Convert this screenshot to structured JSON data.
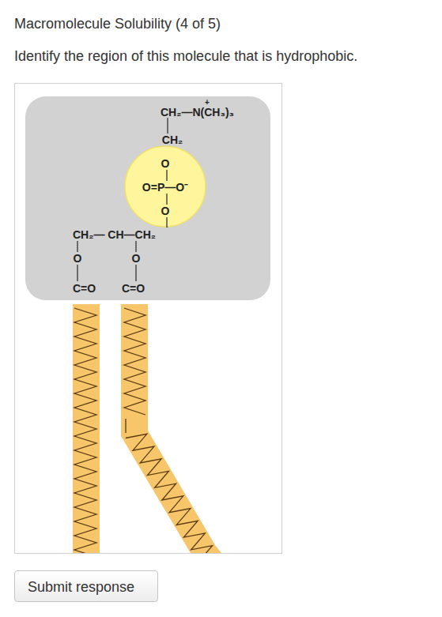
{
  "diagram": {
    "title": "Macromolecule Solubility (4 of 5)",
    "nodes": [
      {
        "text": [
          "CH₂—N(CH₃)₃",
          "+",
          "CH₂",
          "CH₂— CH—CH₂",
          "O",
          "O",
          "C=O",
          "C=O"
        ]
      },
      {
        "text": [
          "O",
          "O=P—O⁻",
          "O"
        ],
        "in": 0
      },
      {
        "text": [
          "Submit response"
        ]
      }
    ],
    "labels": [
      "Identify the region of this molecule that is hydrophobic."
    ]
  }
}
